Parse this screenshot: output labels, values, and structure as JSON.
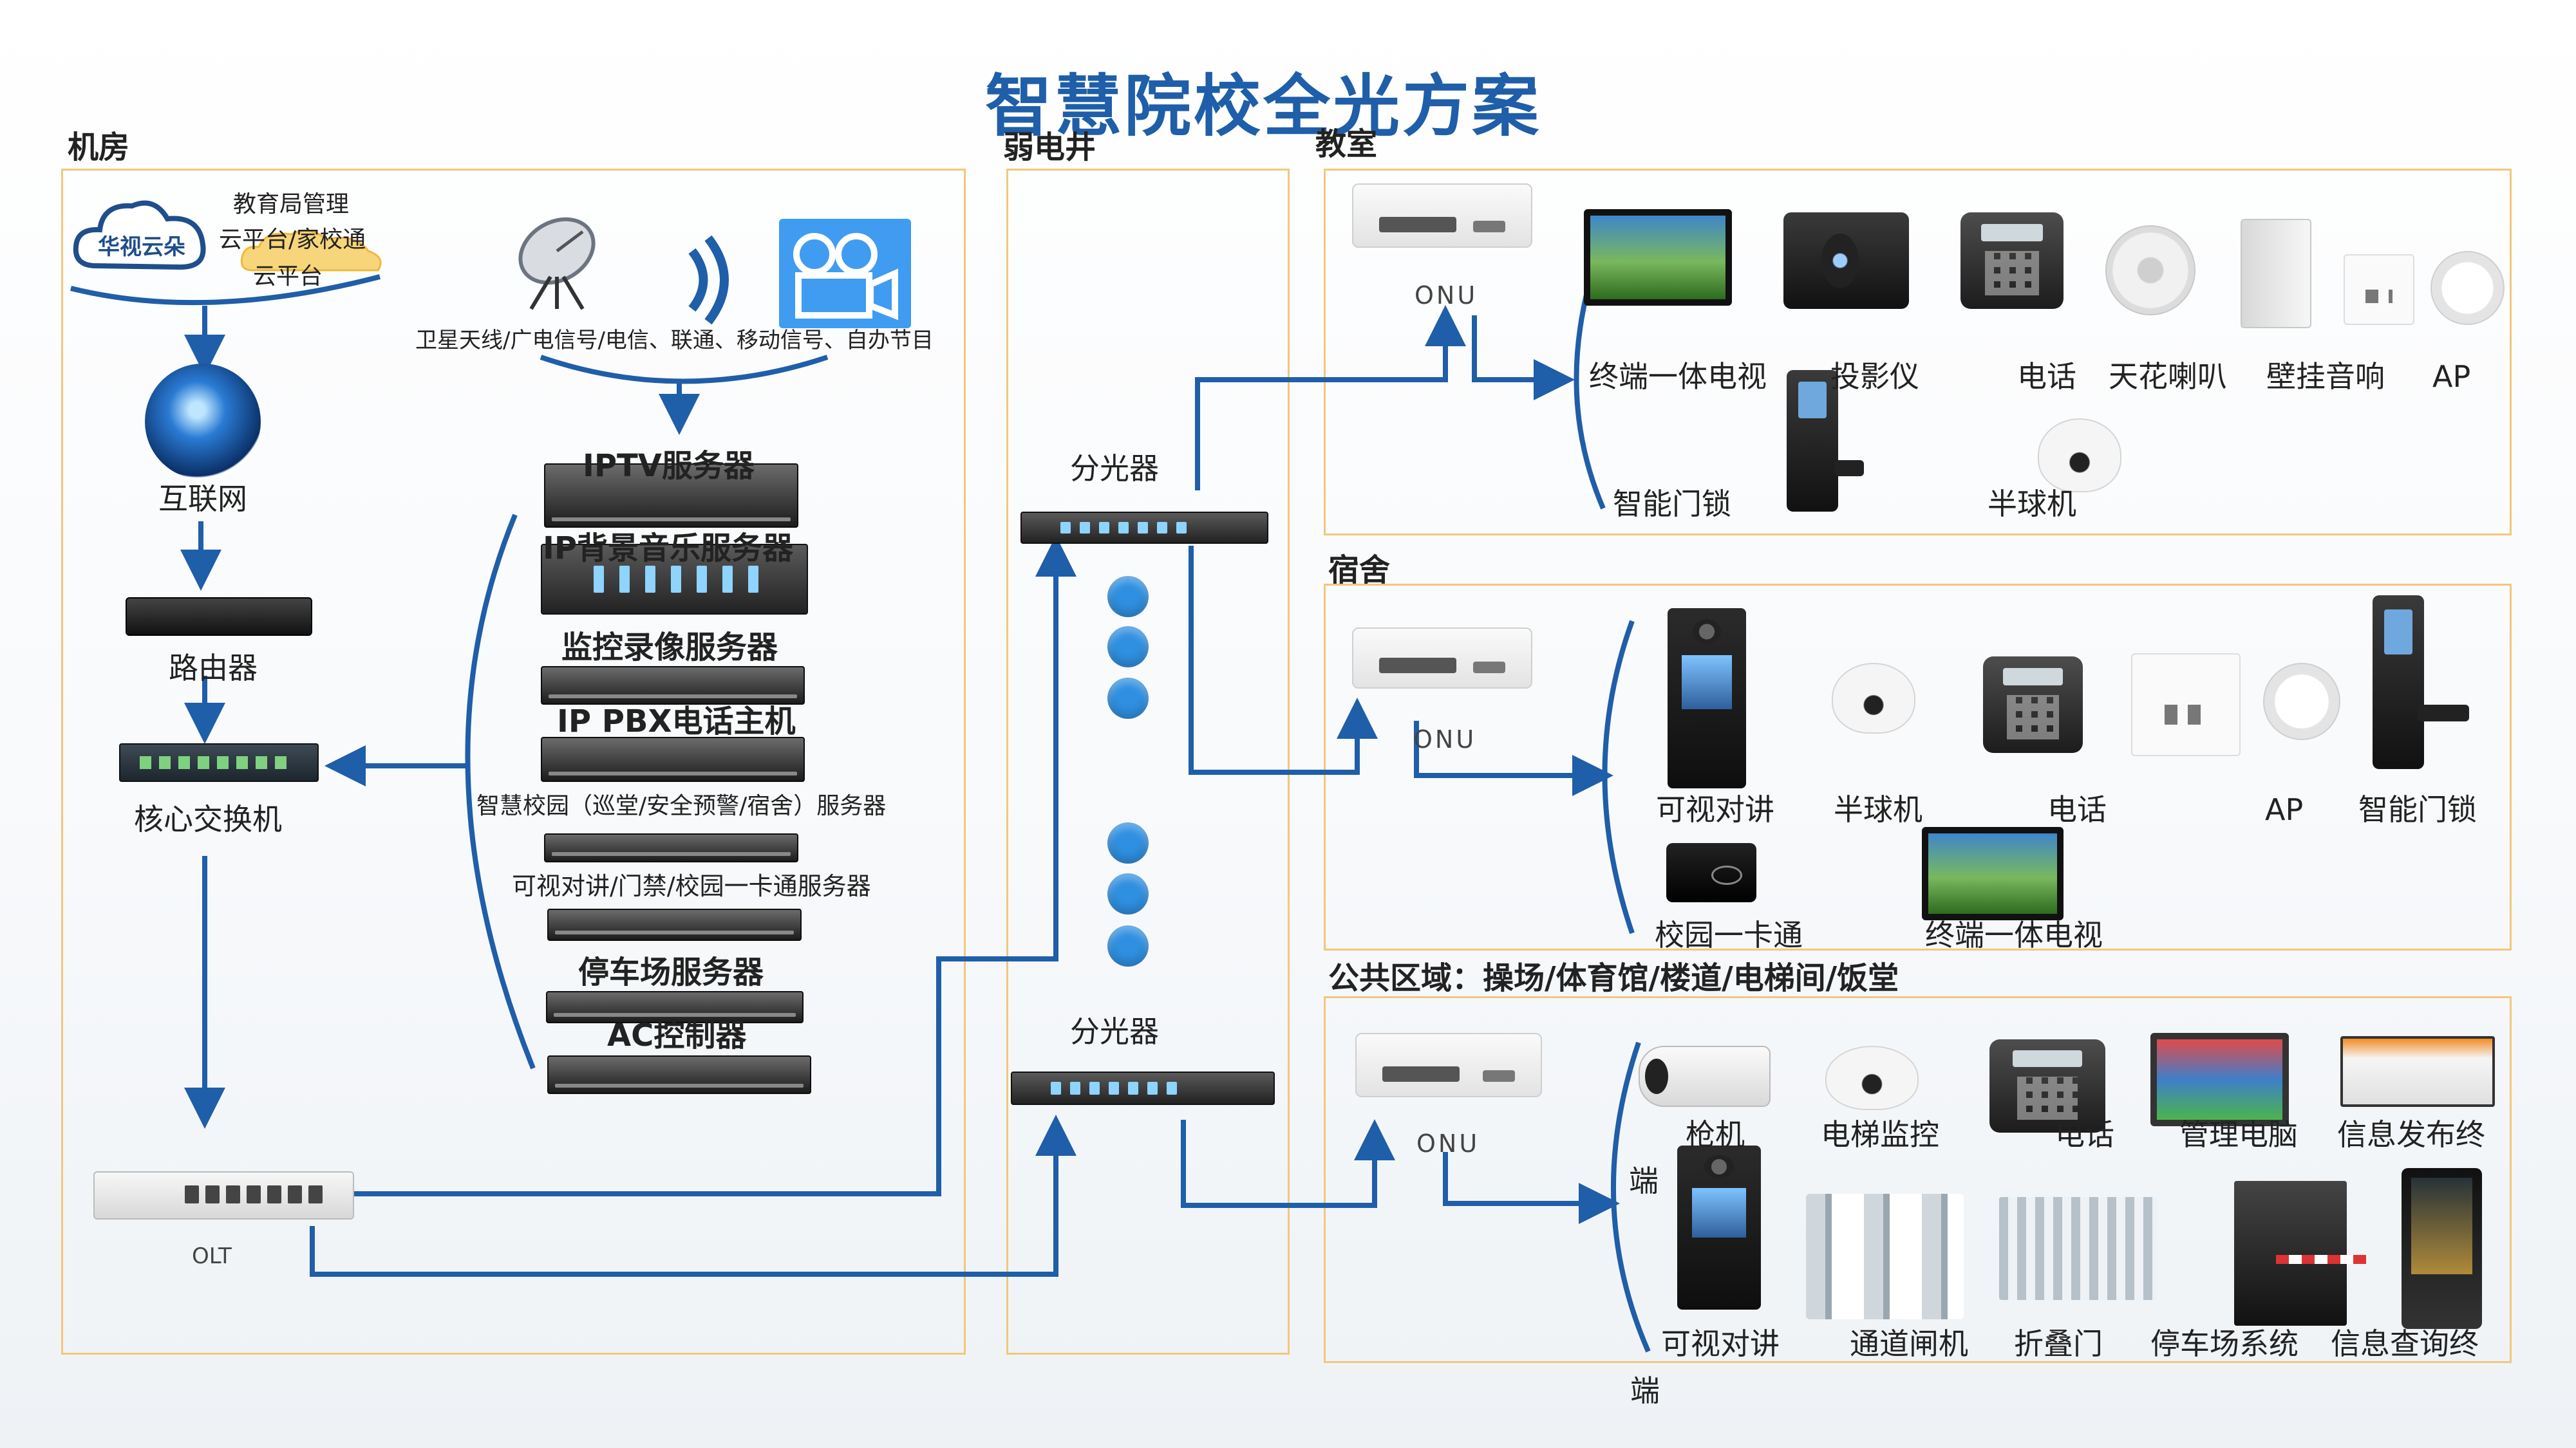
{
  "title": "智慧院校全光方案",
  "zones": {
    "machine_room": "机房",
    "weak_well": "弱电井",
    "classroom": "教室",
    "dormitory": "宿舍",
    "public_area": "公共区域：操场/体育馆/楼道/电梯间/饭堂"
  },
  "machine_room": {
    "cloud_logo": "华视云朵",
    "cloud_note_1": "教育局管理",
    "cloud_note_2": "云平台/家校通",
    "cloud_note_3": "云平台",
    "internet": "互联网",
    "router": "路由器",
    "core_switch": "核心交换机",
    "olt": "OLT",
    "signal_sources": "卫星天线/广电信号/电信、联通、移动信号、自办节目",
    "servers": [
      "IPTV服务器",
      "IP背景音乐服务器",
      "监控录像服务器",
      "IP PBX电话主机",
      "智慧校园（巡堂/安全预警/宿舍）服务器",
      "可视对讲/门禁/校园一卡通服务器",
      "停车场服务器",
      "AC控制器"
    ]
  },
  "weak_well": {
    "splitter_top": "分光器",
    "splitter_bottom": "分光器"
  },
  "classroom": {
    "onu": "ONU",
    "devices": [
      "终端一体电视",
      "投影仪",
      "电话",
      "天花喇叭",
      "壁挂音响",
      "AP",
      "智能门锁",
      "半球机"
    ]
  },
  "dormitory": {
    "onu": "ONU",
    "devices": [
      "可视对讲",
      "半球机",
      "电话",
      "AP",
      "智能门锁",
      "校园一卡通",
      "终端一体电视"
    ]
  },
  "public_area": {
    "onu": "ONU",
    "devices": [
      "枪机",
      "电梯监控",
      "电话",
      "管理电脑",
      "信息发布终",
      "端",
      "可视对讲",
      "通道闸机",
      "折叠门",
      "停车场系统",
      "信息查询终",
      "端"
    ]
  },
  "colors": {
    "line": "#1f5ea8",
    "title": "#1f5ea8",
    "zone_border": "#f2c77c",
    "dot": "#2f8fe0"
  }
}
